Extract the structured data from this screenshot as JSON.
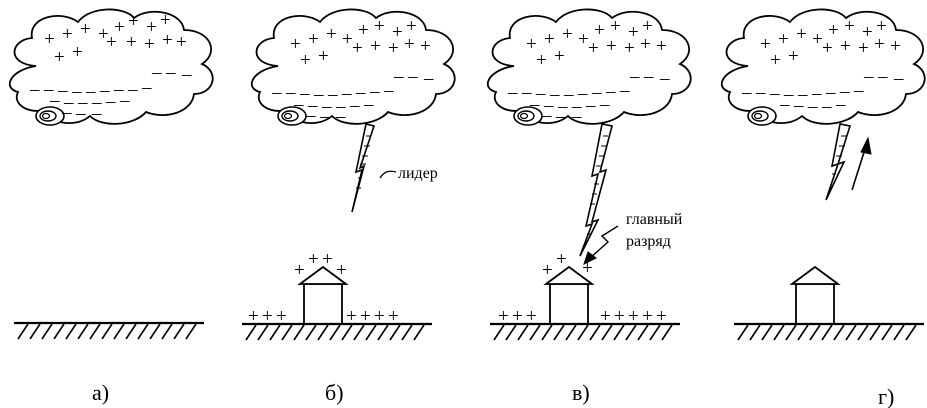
{
  "panels": [
    {
      "caption": "а)"
    },
    {
      "caption": "б)",
      "annotation": "лидер"
    },
    {
      "caption": "в)",
      "annotation_line1": "главный",
      "annotation_line2": "разряд"
    },
    {
      "caption": "г)"
    }
  ],
  "symbols": {
    "positive": "+",
    "negative": "–"
  },
  "colors": {
    "ink": "#000000",
    "background": "#ffffff"
  }
}
